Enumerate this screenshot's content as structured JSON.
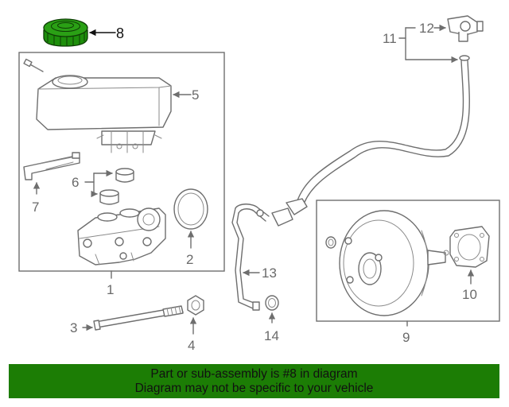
{
  "colors": {
    "banner_bg": "#1c7d05",
    "highlight_part": "#1e8f0c",
    "line": "#6e6e6e"
  },
  "callouts": {
    "p1": "1",
    "p2": "2",
    "p3": "3",
    "p4": "4",
    "p5": "5",
    "p6": "6",
    "p7": "7",
    "p8": "8",
    "p9": "9",
    "p10": "10",
    "p11": "11",
    "p12": "12",
    "p13": "13",
    "p14": "14"
  },
  "highlighted_part": "8",
  "banner": {
    "line1": "Part or sub-assembly is #8 in diagram",
    "line2": "Diagram may not be specific to your vehicle"
  }
}
